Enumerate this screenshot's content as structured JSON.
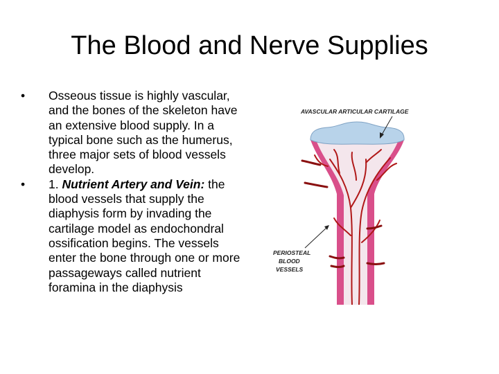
{
  "slide": {
    "title": "The Blood and Nerve Supplies",
    "bullets": [
      {
        "marker": "•",
        "text": "Osseous tissue is highly vascular, and the bones of the skeleton have an extensive blood supply. In a typical bone such as the humerus, three major sets of blood vessels develop."
      },
      {
        "marker": "•",
        "prefix": "1. ",
        "emphasis": "Nutrient Artery and Vein:",
        "text": " the blood vessels that supply the diaphysis form by invading the cartilage model as endochondral ossification begins. The vessels enter the bone through one or more passageways called nutrient foramina in the diaphysis"
      }
    ]
  },
  "figure": {
    "label_cartilage": "AVASCULAR ARTICULAR CARTILAGE",
    "label_periosteal_1": "PERIOSTEAL",
    "label_periosteal_2": "BLOOD",
    "label_periosteal_3": "VESSELS",
    "colors": {
      "cartilage": "#b8d3ea",
      "bone": "#f4e6ec",
      "cortex": "#d94f8a",
      "vessel": "#b01818"
    }
  }
}
